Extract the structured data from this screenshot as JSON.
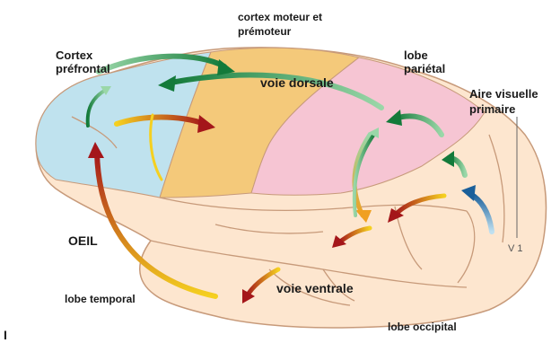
{
  "diagram": {
    "labels": {
      "cortex_line1": "Cortex",
      "cortex_line2": "préfrontal",
      "moteur_line1": "cortex moteur et",
      "moteur_line2": "prémoteur",
      "lobe_parietal_line1": "lobe",
      "lobe_parietal_line2": "pariétal",
      "aire_line1": "Aire visuelle",
      "aire_line2": "primaire",
      "voie_dorsale": "voie dorsale",
      "oeil": "OEIL",
      "lobe_temporal": "lobe temporal",
      "voie_ventrale": "voie ventrale",
      "lobe_occipital": "lobe occipital",
      "v1": "V 1",
      "corner_mark": "I"
    },
    "region_colors": {
      "prefrontal": "#bfe2ee",
      "motor": "#f4c97a",
      "parietal": "#f6c5d3",
      "brain_base": "#fde6cf",
      "outline": "#c79a7a"
    }
  }
}
